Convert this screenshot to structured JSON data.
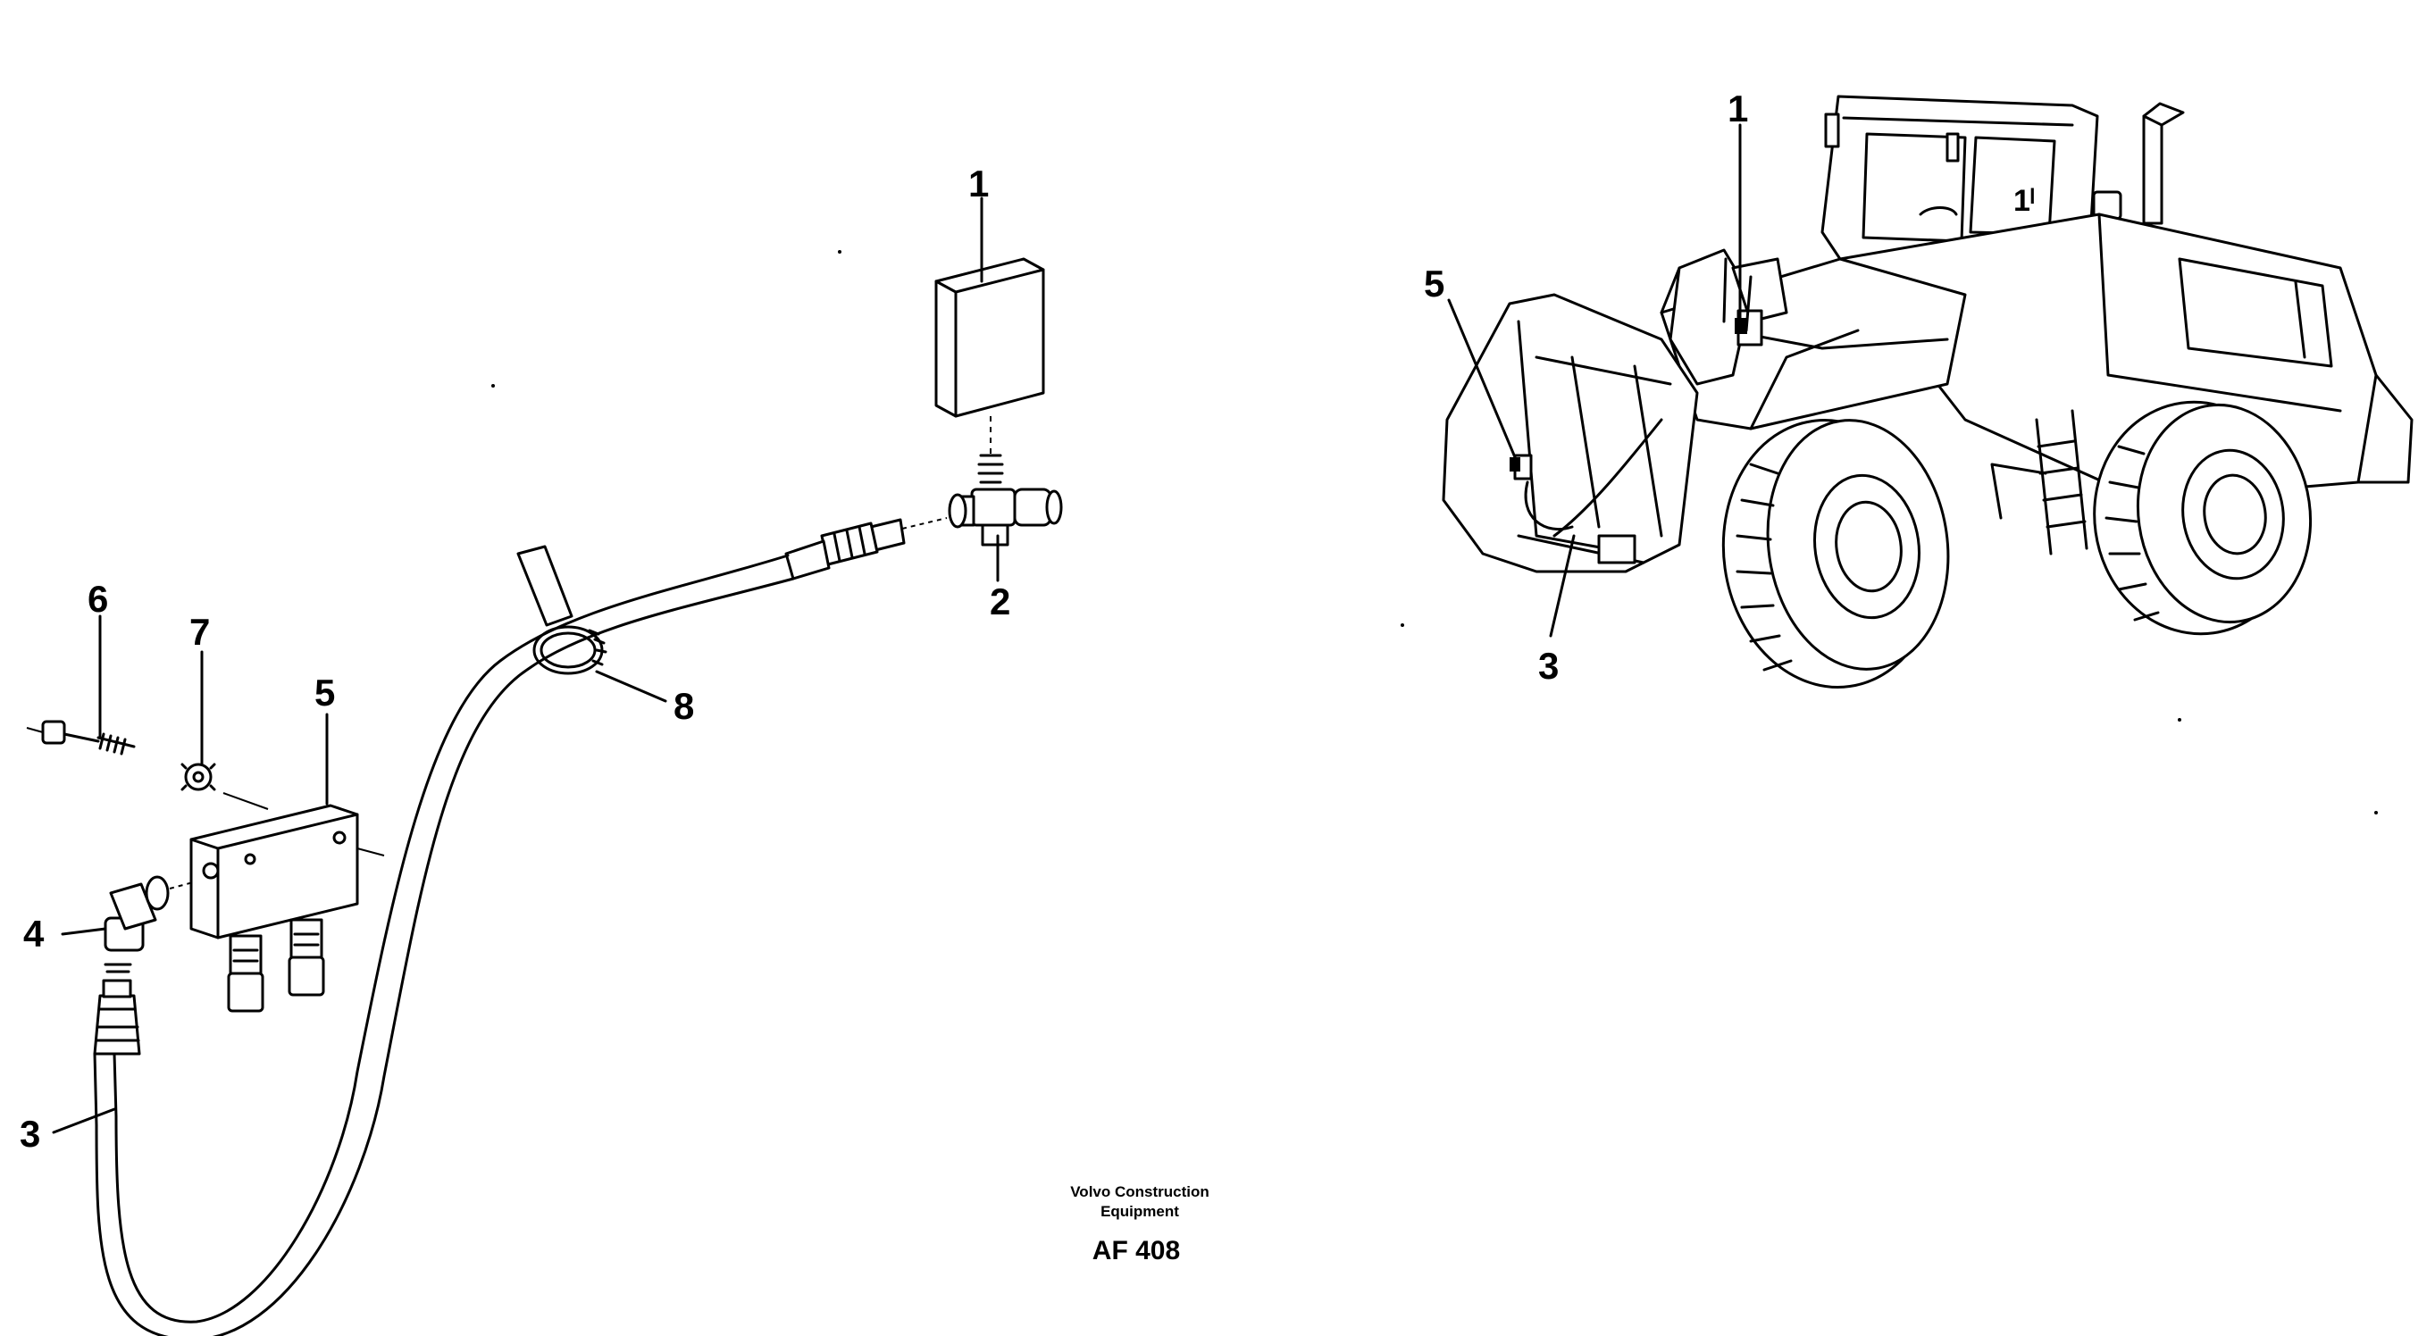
{
  "parts_diagram": {
    "callouts": {
      "left": [
        "1",
        "2",
        "3",
        "4",
        "5",
        "6",
        "7",
        "8"
      ],
      "right": [
        "1",
        "3",
        "5"
      ]
    },
    "caption": {
      "company_line1": "Volvo Construction",
      "company_line2": "Equipment",
      "figure_code": "AF 408"
    },
    "machine_cab_mark": "1ˡ"
  }
}
